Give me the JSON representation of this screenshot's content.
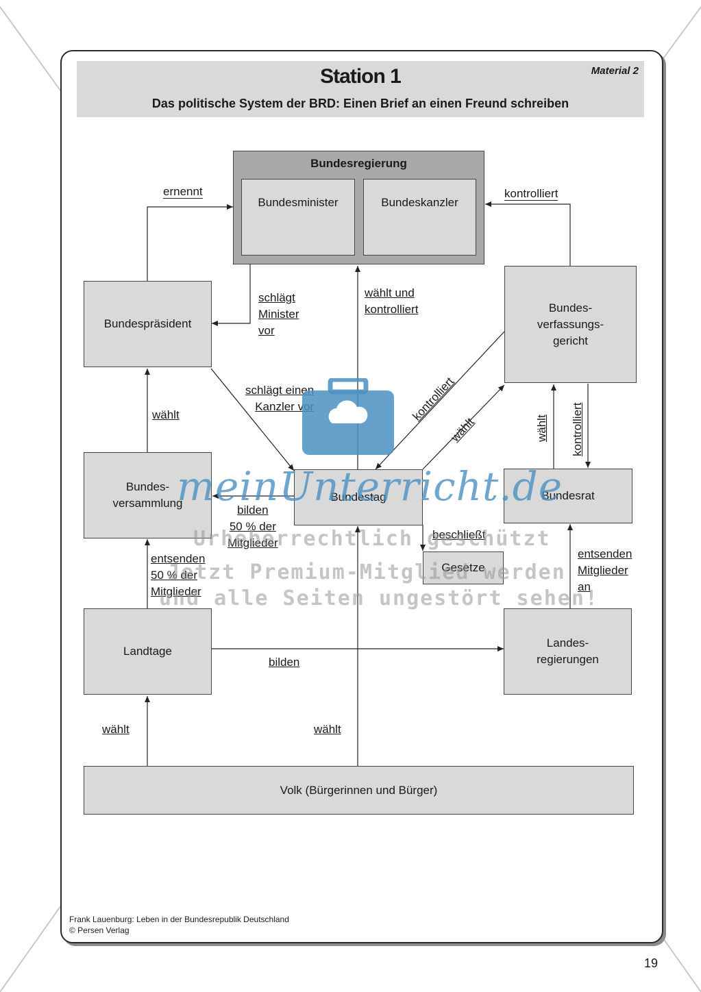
{
  "header": {
    "title": "Station 1",
    "material": "Material 2",
    "subtitle": "Das politische System der BRD: Einen Brief an einen Freund schreiben"
  },
  "nodes": {
    "bundesregierung": "Bundesregierung",
    "bundesminister": "Bundesminister",
    "bundeskanzler": "Bundeskanzler",
    "bundespraesident": "Bundespräsident",
    "bundesverfassungsgericht": "Bundes-\nverfassungs-\ngericht",
    "bundesversammlung": "Bundes-\nversammlung",
    "bundestag": "Bundestag",
    "bundesrat": "Bundesrat",
    "gesetze": "Gesetze",
    "landtage": "Landtage",
    "landesregierungen": "Landes-\nregierungen",
    "volk": "Volk (Bürgerinnen und Bürger)"
  },
  "edges": {
    "ernennt": "ernennt",
    "kontrolliert_top": "kontrolliert",
    "schlaegt_minister": "schlägt\nMinister\nvor",
    "waehlt_und_kontrolliert": "wählt und\nkontrolliert",
    "schlaegt_kanzler": "schlägt einen\nKanzler vor",
    "kontrolliert_diag": "kontrolliert",
    "waehlt_diag": "wählt",
    "waehlt_bp": "wählt",
    "waehlt_bvg": "wählt",
    "kontrolliert_br": "kontrolliert",
    "bilden_50": "bilden\n50 % der\nMitglieder",
    "beschliesst": "beschließt",
    "entsenden_50": "entsenden\n50 % der\nMitglieder",
    "entsenden_mitglieder": "entsenden\nMitglieder\nan",
    "bilden": "bilden",
    "waehlt_landtage": "wählt",
    "waehlt_bundestag": "wählt"
  },
  "watermark": {
    "logo": "meinUnterricht.de",
    "line1": "Urheberrechtlich geschützt",
    "line2": "Jetzt Premium-Mitglied werden",
    "line3": "und alle Seiten ungestört sehen!"
  },
  "footer": {
    "line1": "Frank Lauenburg: Leben in der Bundesrepublik Deutschland",
    "line2": "© Persen Verlag"
  },
  "page_number": "19",
  "colors": {
    "box_fill": "#d9d9d9",
    "regierung_fill": "#a9a9a9",
    "watermark_blue": "#4a90c2"
  }
}
